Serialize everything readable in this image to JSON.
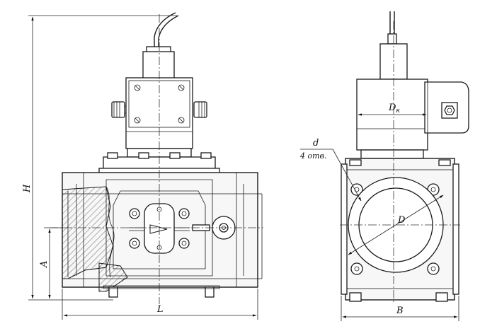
{
  "labels": {
    "height": "H",
    "axis_height": "A",
    "length": "L",
    "width": "B",
    "nominal_diameter": "D",
    "connector_diameter_main": "D",
    "connector_diameter_sub": "к",
    "hole_diameter": "d",
    "hole_count": "4 отв."
  }
}
